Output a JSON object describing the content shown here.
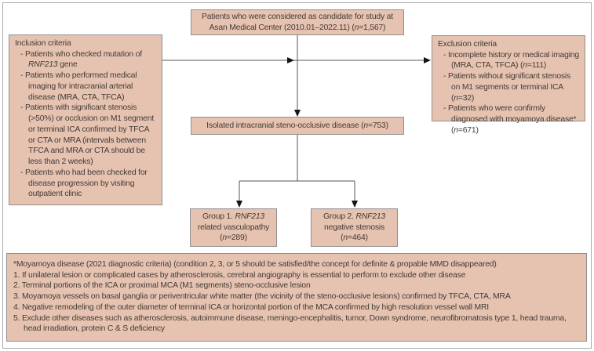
{
  "figure": {
    "colors": {
      "box_fill": "#e6c3b1",
      "box_border": "#8f8f8f",
      "text": "#433b35",
      "connector_line": "#555555",
      "arrowhead": "#151515",
      "outer_border": "#a9a9a9"
    },
    "top_box": {
      "line1": "Patients who were considered as candidate for study at",
      "line2": "Asan Medical Center (2010.01–2022.11) (_n_=1,567)"
    },
    "inclusion": {
      "title": "Inclusion criteria",
      "items": [
        "- Patients who checked mutation of _RNF213_ gene",
        "- Patients who performed medical imaging for intracranial arterial disease (MRA, CTA, TFCA)",
        "- Patients with significant stenosis (>50%) or occlusion on M1 segment or terminal ICA confirmed by TFCA or CTA or MRA (intervals between TFCA and MRA or CTA should be less than 2 weeks)",
        "- Patients who had been checked for disease progression by visiting outpatient clinic"
      ]
    },
    "exclusion": {
      "title": "Exclusion criteria",
      "items": [
        "- Incomplete history or medical imaging (MRA, CTA, TFCA) (_n_=111)",
        "- Patients without significant stenosis on M1 segments or terminal ICA (_n_=32)",
        "- Patients who were confirmly diagnosed with moyamoya disease* (_n_=671)"
      ]
    },
    "middle_box": {
      "text": "Isolated intracranial steno-occlusive disease (_n_=753)"
    },
    "group1": {
      "line1": "Group 1. _RNF213_",
      "line2": "related vasculopathy",
      "line3": "(_n_=289)"
    },
    "group2": {
      "line1": "Group 2. _RNF213_",
      "line2": "negative stenosis",
      "line3": "(_n_=464)"
    },
    "footnote": {
      "lines": [
        "*Moyamoya disease (2021 diagnostic criteria) (condition 2, 3, or 5 should be satisfied/the concept for definite & propable MMD disappeared)",
        "1. If unilateral lesion or complicated cases by atherosclerosis, cerebral angiography is essential to perform to exclude other disease",
        "2. Terminal portions of the ICA or proximal MCA (M1 segments) steno-occlusive lesion",
        "3. Moyamoya vessels on basal ganglia or periventricular white matter (the vicinity of the steno-occlusive lesions) confirmed by TFCA, CTA, MRA",
        "4. Negative remodeling of the outer diameter of terminal ICA or horizontal portion of the MCA confirmed by high resolution vessel wall MRI",
        "5. Exclude other diseases such as atherosclerosis, autoimmune disease, meningo-encephalitis, tumor, Down syndrome, neurofibromatosis type 1, head trauma, head irradiation, protein C & S deficiency"
      ]
    }
  }
}
